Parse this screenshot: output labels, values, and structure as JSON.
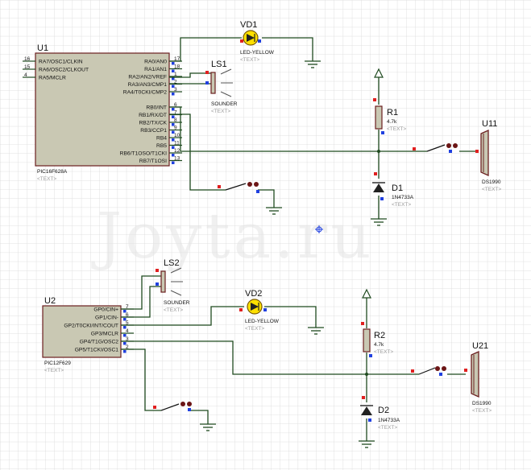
{
  "watermark": "Joyta.ru",
  "text_placeholder": "<TEXT>",
  "colors": {
    "wire": "#1f4a1f",
    "body": "#c9c8b3",
    "body_edge": "#6b1f1f",
    "pin_red": "#e02020",
    "pin_blue": "#2040e0",
    "led_yellow": "#ffe000",
    "grid": "#d9d9d9"
  },
  "u1": {
    "ref": "U1",
    "part": "PIC16F628A",
    "left_pins": [
      {
        "num": "16",
        "label": "RA7/OSC1/CLKIN"
      },
      {
        "num": "15",
        "label": "RA6/OSC2/CLKOUT"
      },
      {
        "num": "4",
        "label": "RA5/MCLR"
      }
    ],
    "right_pins": [
      {
        "num": "17",
        "label": "RA0/AN0"
      },
      {
        "num": "18",
        "label": "RA1/AN1"
      },
      {
        "num": "1",
        "label": "RA2/AN2/VREF"
      },
      {
        "num": "2",
        "label": "RA3/AN3/CMP1"
      },
      {
        "num": "3",
        "label": "RA4/T0CKI/CMP2"
      },
      {
        "num": "6",
        "label": "RB0/INT"
      },
      {
        "num": "7",
        "label": "RB1/RX/DT"
      },
      {
        "num": "8",
        "label": "RB2/TX/CK"
      },
      {
        "num": "9",
        "label": "RB3/CCP1"
      },
      {
        "num": "10",
        "label": "RB4"
      },
      {
        "num": "11",
        "label": "RB5"
      },
      {
        "num": "12",
        "label": "RB6/T1OSO/T1CKI"
      },
      {
        "num": "13",
        "label": "RB7/T1OSI"
      }
    ]
  },
  "u2": {
    "ref": "U2",
    "part": "PIC12F629",
    "right_pins": [
      {
        "num": "7",
        "label": "GP0/CIN+"
      },
      {
        "num": "6",
        "label": "GP1/CIN-"
      },
      {
        "num": "5",
        "label": "GP2/T0CKI/INT/COUT"
      },
      {
        "num": "4",
        "label": "GP3/MCLR"
      },
      {
        "num": "3",
        "label": "GP4/T1G/OSC2"
      },
      {
        "num": "2",
        "label": "GP5/T1CKI/OSC1"
      }
    ]
  },
  "vd1": {
    "ref": "VD1",
    "part": "LED-YELLOW"
  },
  "vd2": {
    "ref": "VD2",
    "part": "LED-YELLOW"
  },
  "ls1": {
    "ref": "LS1",
    "part": "SOUNDER"
  },
  "ls2": {
    "ref": "LS2",
    "part": "SOUNDER"
  },
  "r1": {
    "ref": "R1",
    "value": "4.7k"
  },
  "r2": {
    "ref": "R2",
    "value": "4.7k"
  },
  "d1": {
    "ref": "D1",
    "part": "1N4733A"
  },
  "d2": {
    "ref": "D2",
    "part": "1N4733A"
  },
  "u11": {
    "ref": "U11",
    "part": "DS1990"
  },
  "u21": {
    "ref": "U21",
    "part": "DS1990"
  }
}
